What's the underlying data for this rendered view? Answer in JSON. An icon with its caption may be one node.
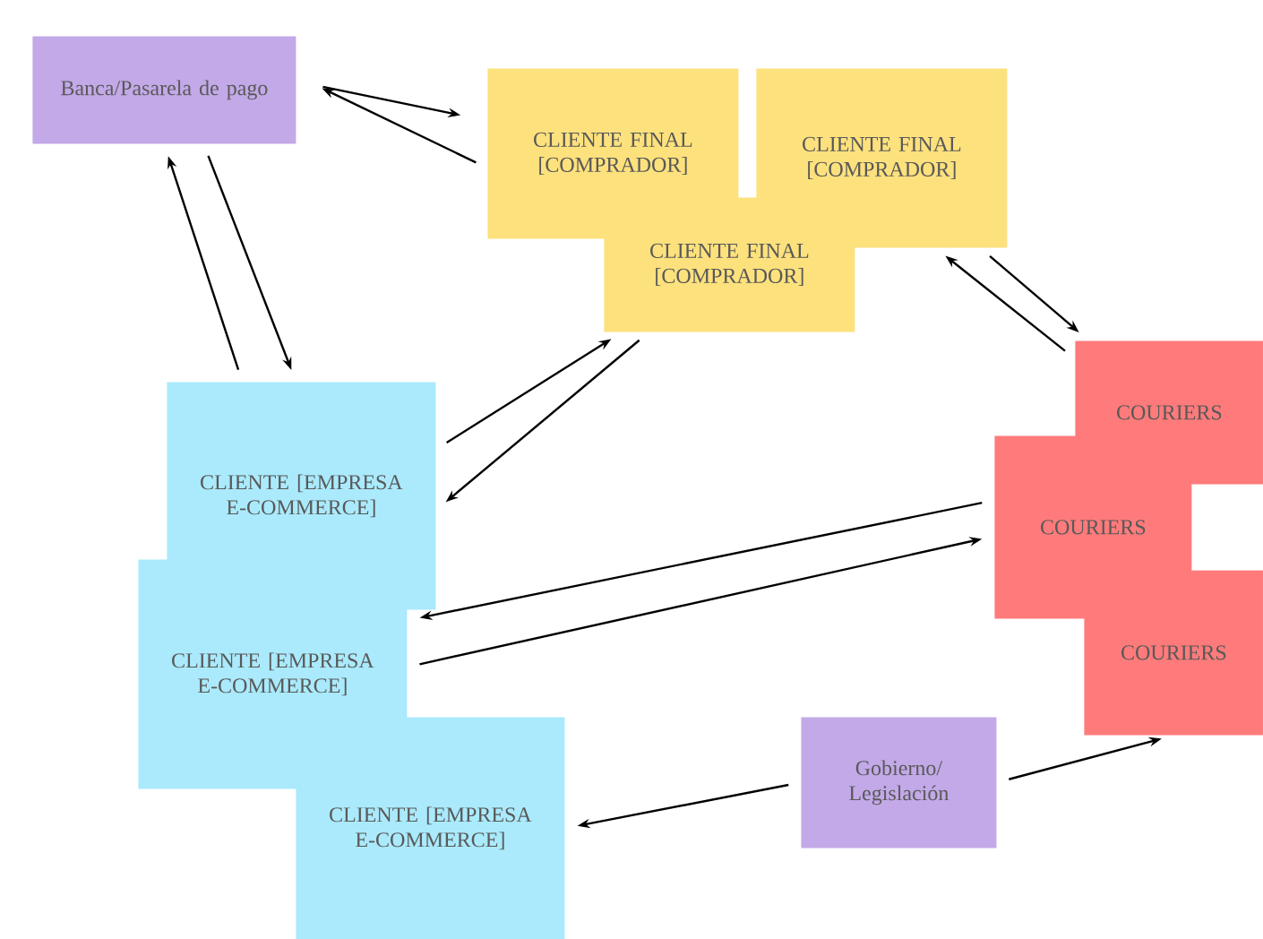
{
  "diagram": {
    "nodes": [
      {
        "text": [
          "Banca/Pasarela de pago"
        ]
      },
      {
        "text": [
          "CLIENTE FINAL [COMPRADOR]"
        ]
      },
      {
        "text": [
          "CLIENTE FINAL [COMPRADOR]"
        ]
      },
      {
        "text": [
          "CLIENTE FINAL [COMPRADOR]"
        ]
      },
      {
        "text": [
          "CLIENTE [EMPRESA E-COMMERCE]"
        ]
      },
      {
        "text": [
          "CLIENTE [EMPRESA E-COMMERCE]"
        ]
      },
      {
        "text": [
          "CLIENTE [EMPRESA E-COMMERCE]"
        ]
      },
      {
        "text": [
          "COURIERS"
        ]
      },
      {
        "text": [
          "COURIERS"
        ]
      },
      {
        "text": [
          "COURIERS"
        ]
      },
      {
        "text": [
          "Gobierno/ Legislación"
        ]
      }
    ],
    "edges": [
      {
        "from": 0,
        "to": 1,
        "arrow": "to"
      },
      {
        "from": 1,
        "to": 0,
        "arrow": "to"
      },
      {
        "from": 4,
        "to": 0,
        "arrow": "to"
      },
      {
        "from": 0,
        "to": 4,
        "arrow": "to"
      },
      {
        "from": 4,
        "to": 2,
        "arrow": "to"
      },
      {
        "from": 2,
        "to": 4,
        "arrow": "to"
      },
      {
        "from": 3,
        "to": 7,
        "arrow": "to"
      },
      {
        "from": 7,
        "to": 3,
        "arrow": "to"
      },
      {
        "from": 8,
        "to": 5,
        "arrow": "to"
      },
      {
        "from": 5,
        "to": 8,
        "arrow": "to"
      },
      {
        "from": 10,
        "to": 6,
        "arrow": "to"
      },
      {
        "from": 10,
        "to": 9,
        "arrow": "to"
      }
    ]
  }
}
